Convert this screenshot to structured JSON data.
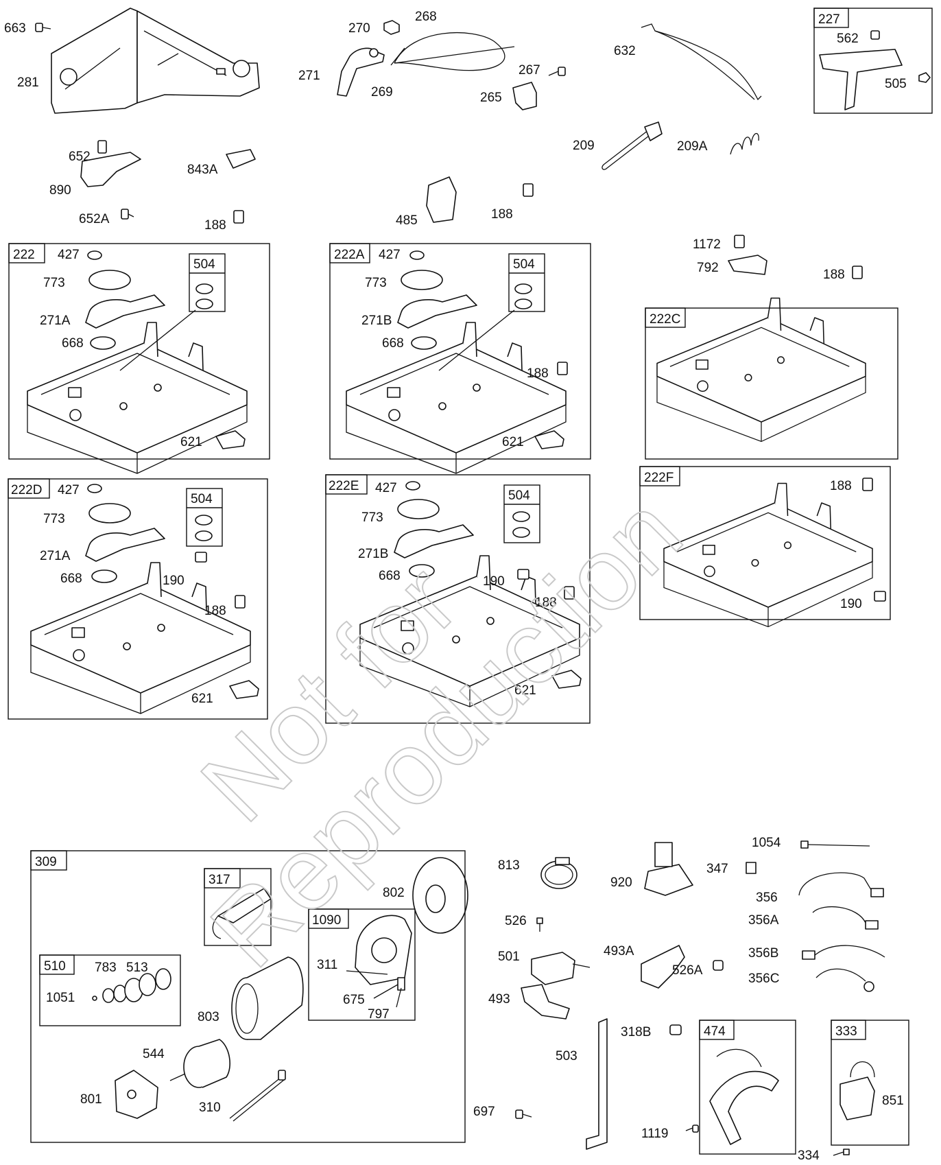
{
  "watermark": {
    "line1": "Not for",
    "line2": "Reproduction"
  },
  "boxes": {
    "b227": "227",
    "b222": "222",
    "b504a": "504",
    "b222A": "222A",
    "b504b": "504",
    "b222C": "222C",
    "b222D": "222D",
    "b504c": "504",
    "b222E": "222E",
    "b504d": "504",
    "b222F": "222F",
    "b309": "309",
    "b317": "317",
    "b1090": "1090",
    "b510": "510",
    "b474": "474",
    "b333": "333"
  },
  "labels": {
    "l663": "663",
    "l281": "281",
    "l270": "270",
    "l268": "268",
    "l271": "271",
    "l269": "269",
    "l267": "267",
    "l265": "265",
    "l632": "632",
    "l562": "562",
    "l505": "505",
    "l652": "652",
    "l890": "890",
    "l843A": "843A",
    "l652A": "652A",
    "l188a": "188",
    "l209": "209",
    "l209A": "209A",
    "l485": "485",
    "l188b": "188",
    "l1172": "1172",
    "l792": "792",
    "l188c": "188",
    "l427a": "427",
    "l773a": "773",
    "l271Aa": "271A",
    "l668a": "668",
    "l621a": "621",
    "l427b": "427",
    "l773b": "773",
    "l271Bb": "271B",
    "l668b": "668",
    "l188d": "188",
    "l621b": "621",
    "l427c": "427",
    "l773c": "773",
    "l271Ac": "271A",
    "l668c": "668",
    "l190c": "190",
    "l188e": "188",
    "l621c": "621",
    "l427d": "427",
    "l773d": "773",
    "l271Bd": "271B",
    "l668d": "668",
    "l190d": "190",
    "l188f": "188",
    "l621d": "621",
    "l188g": "188",
    "l190g": "190",
    "l802": "802",
    "l311": "311",
    "l675": "675",
    "l797": "797",
    "l783": "783",
    "l513": "513",
    "l1051": "1051",
    "l803": "803",
    "l544": "544",
    "l801": "801",
    "l310": "310",
    "l813": "813",
    "l920": "920",
    "l347": "347",
    "l1054": "1054",
    "l356": "356",
    "l356A": "356A",
    "l356B": "356B",
    "l356C": "356C",
    "l526": "526",
    "l501": "501",
    "l493A": "493A",
    "l526A": "526A",
    "l493": "493",
    "l318B": "318B",
    "l503": "503",
    "l697": "697",
    "l1119": "1119",
    "l851": "851",
    "l334": "334"
  }
}
